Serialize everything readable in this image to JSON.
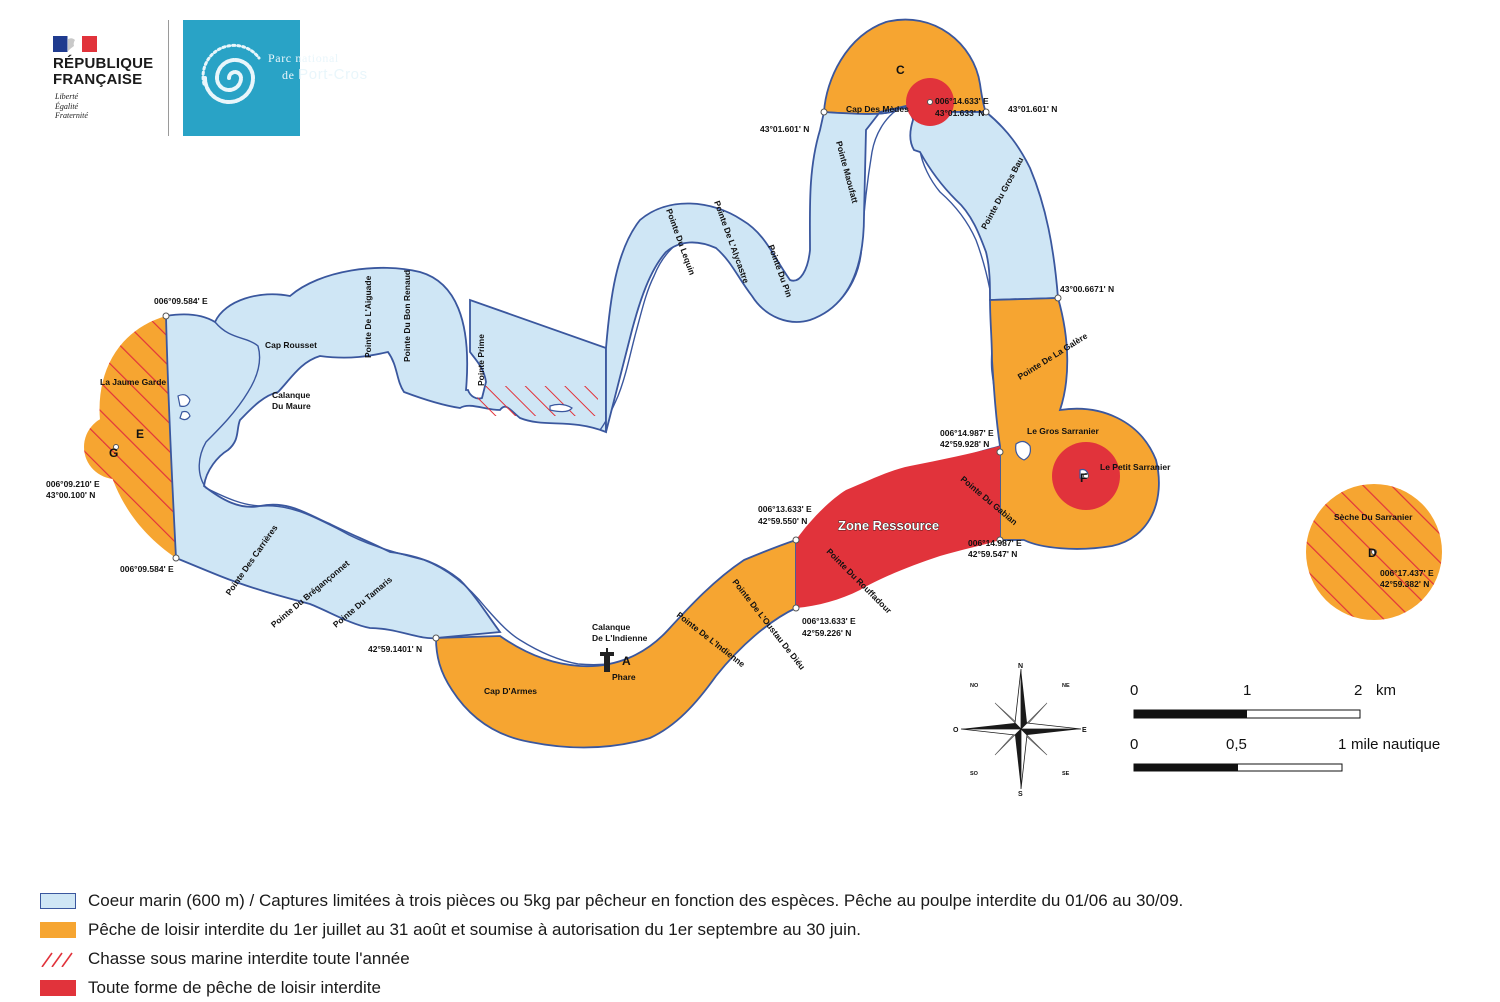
{
  "header": {
    "republic": [
      "RÉPUBLIQUE",
      "FRANÇAISE"
    ],
    "motto": [
      "Liberté",
      "Égalité",
      "Fraternité"
    ],
    "park_logo": {
      "line1": "Parc",
      "line1b": "national",
      "line2": "de",
      "line2b": "Port-Cros"
    }
  },
  "colors": {
    "heart": "#cfe6f5",
    "heart_border": "#3a579e",
    "seasonal": "#f6a531",
    "no_fishing": "#e1333b",
    "hatch": "#e1333b",
    "park_blue": "#29a3c6"
  },
  "zones": {
    "A": "A",
    "C": "C",
    "D": "D",
    "E": "E",
    "F": "F",
    "G": "G"
  },
  "zone_ressource": "Zone Ressource",
  "places": {
    "cap_des_medes": "Cap Des Mèdes",
    "pointe_maoufatt": "Pointe Maoufatt",
    "pointe_du_gros_bau": "Pointe Du Gros Bau",
    "pointe_du_lequin": "Pointe Du Lequin",
    "pointe_de_lalycastre": "Pointe De L'Alycastre",
    "pointe_du_pin": "Pointe Du Pin",
    "pointe_de_laiguade": "Pointe De L'Aiguade",
    "pointe_du_bon_renaud": "Pointe Du Bon Renaud",
    "pointe_prime": "Pointe Prime",
    "cap_rousset": "Cap Rousset",
    "calanque_du_maure": [
      "Calanque",
      "Du Maure"
    ],
    "la_jaume_garde": "La Jaume Garde",
    "pointe_de_la_galere": "Pointe De La Galère",
    "le_gros_sarranier": "Le Gros Sarranier",
    "le_petit_sarranier": "Le Petit Sarranier",
    "pointe_du_gabian": "Pointe Du Gabian",
    "pointe_du_rouffadour": "Pointe Du Rouffadour",
    "pointe_de_loustau_de_dieu": "Pointe De L'Oustau De Diéu",
    "pointe_de_lindienne": "Pointe De L'Indienne",
    "calanque_de_lindienne": [
      "Calanque",
      "De L'Indienne"
    ],
    "phare": "Phare",
    "cap_darmes": "Cap D'Armes",
    "pointe_du_tamaris": "Pointe Du Tamaris",
    "pointe_du_breganconnet": "Pointe Du Brégançonnet",
    "pointe_des_carrieres": "Pointe Des Carrières",
    "seche_du_sarranier": "Sèche Du Sarranier"
  },
  "coords": {
    "c_pt": [
      "006°14.633' E",
      "43°01.633' N"
    ],
    "c_west": "43°01.601' N",
    "c_east": "43°01.601' N",
    "gros_bau": "43°00.6671' N",
    "e_north": "006°09.584' E",
    "g_pt": [
      "006°09.210' E",
      "43°00.100' N"
    ],
    "e_south": "006°09.584' E",
    "tamaris": "42°59.1401' N",
    "res_w1": [
      "006°13.633' E",
      "42°59.550' N"
    ],
    "res_w2": [
      "006°13.633' E",
      "42°59.226' N"
    ],
    "res_e1": [
      "006°14.987' E",
      "42°59.928' N"
    ],
    "res_e2": [
      "006°14.987' E",
      "42°59.547' N"
    ],
    "d_pt": [
      "006°17.437' E",
      "42°59.382' N"
    ]
  },
  "compass": {
    "n": "N",
    "s": "S",
    "e": "E",
    "o": "O",
    "no": "NO",
    "ne": "NE",
    "so": "SO",
    "se": "SE"
  },
  "scale": {
    "km": {
      "labels": [
        "0",
        "1",
        "2"
      ],
      "unit": "km"
    },
    "nm": {
      "labels": [
        "0",
        "0,5",
        "1"
      ],
      "unit": "mile nautique"
    }
  },
  "legend": [
    {
      "swatch": "heart",
      "text": "Coeur marin (600 m) / Captures limitées à trois pièces ou 5kg par pêcheur en fonction des espèces. Pêche au poulpe interdite du 01/06 au 30/09."
    },
    {
      "swatch": "seasonal",
      "text": "Pêche de loisir interdite du 1er juillet au 31 août et soumise à autorisation du 1er septembre au 30 juin."
    },
    {
      "swatch": "hatch",
      "text": "Chasse sous marine interdite toute l'année"
    },
    {
      "swatch": "no_fishing",
      "text": "Toute forme de pêche de loisir interdite"
    }
  ]
}
